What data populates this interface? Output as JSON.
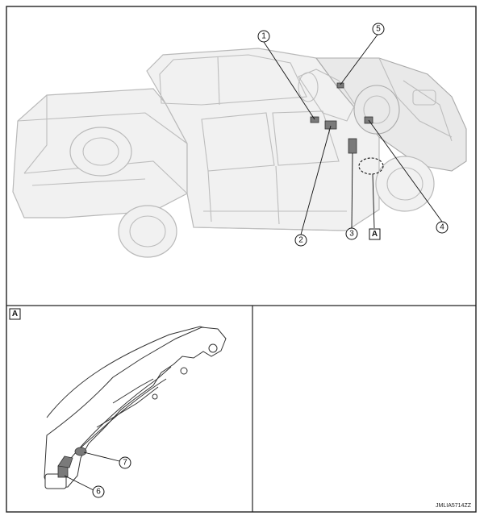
{
  "figure": {
    "callouts": [
      {
        "id": "1",
        "label": "1"
      },
      {
        "id": "2",
        "label": "2"
      },
      {
        "id": "3",
        "label": "3"
      },
      {
        "id": "4",
        "label": "4"
      },
      {
        "id": "5",
        "label": "5"
      },
      {
        "id": "6",
        "label": "6"
      },
      {
        "id": "7",
        "label": "7"
      }
    ],
    "detail_label": "A",
    "detail_panel_label": "A",
    "image_code": "JMLIA5714ZZ"
  }
}
